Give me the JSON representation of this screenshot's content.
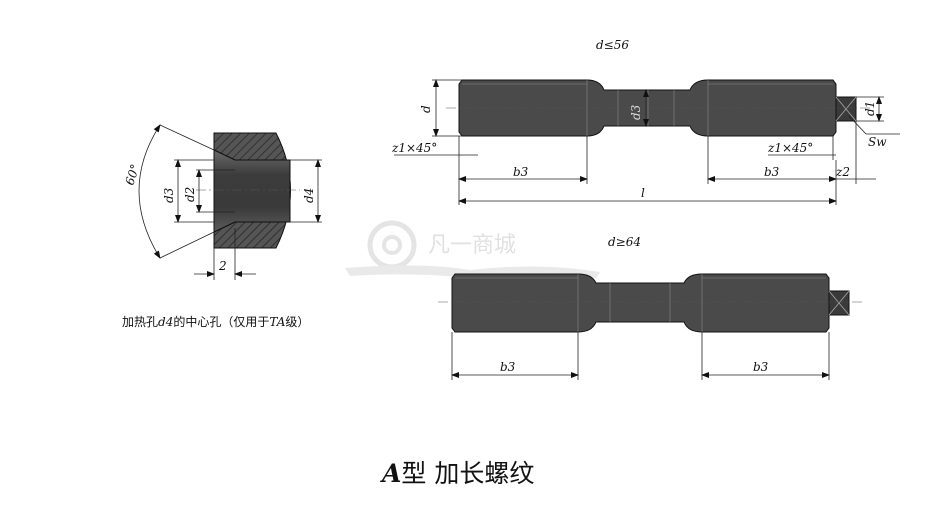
{
  "upper": {
    "title": "d≤56",
    "dims": {
      "d": "d",
      "d3": "d3",
      "d1": "d1",
      "sw": "Sw",
      "chamfer_left": "z1×45°",
      "chamfer_right": "z1×45°",
      "b3_left": "b3",
      "b3_right": "b3",
      "z2": "z2",
      "l": "l"
    }
  },
  "lower": {
    "title": "d≥64",
    "dims": {
      "b3_left": "b3",
      "b3_right": "b3"
    }
  },
  "detail": {
    "angle": "60°",
    "d3": "d3",
    "d2": "d2",
    "d4": "d4",
    "z2": "2",
    "caption_prefix": "加热孔",
    "caption_var": "d4",
    "caption_mid": "的中心孔（仅用于",
    "caption_var2": "TA",
    "caption_suffix": "级）"
  },
  "title": {
    "type": "A",
    "text": "型  加长螺纹"
  },
  "watermark": "凡一商城"
}
